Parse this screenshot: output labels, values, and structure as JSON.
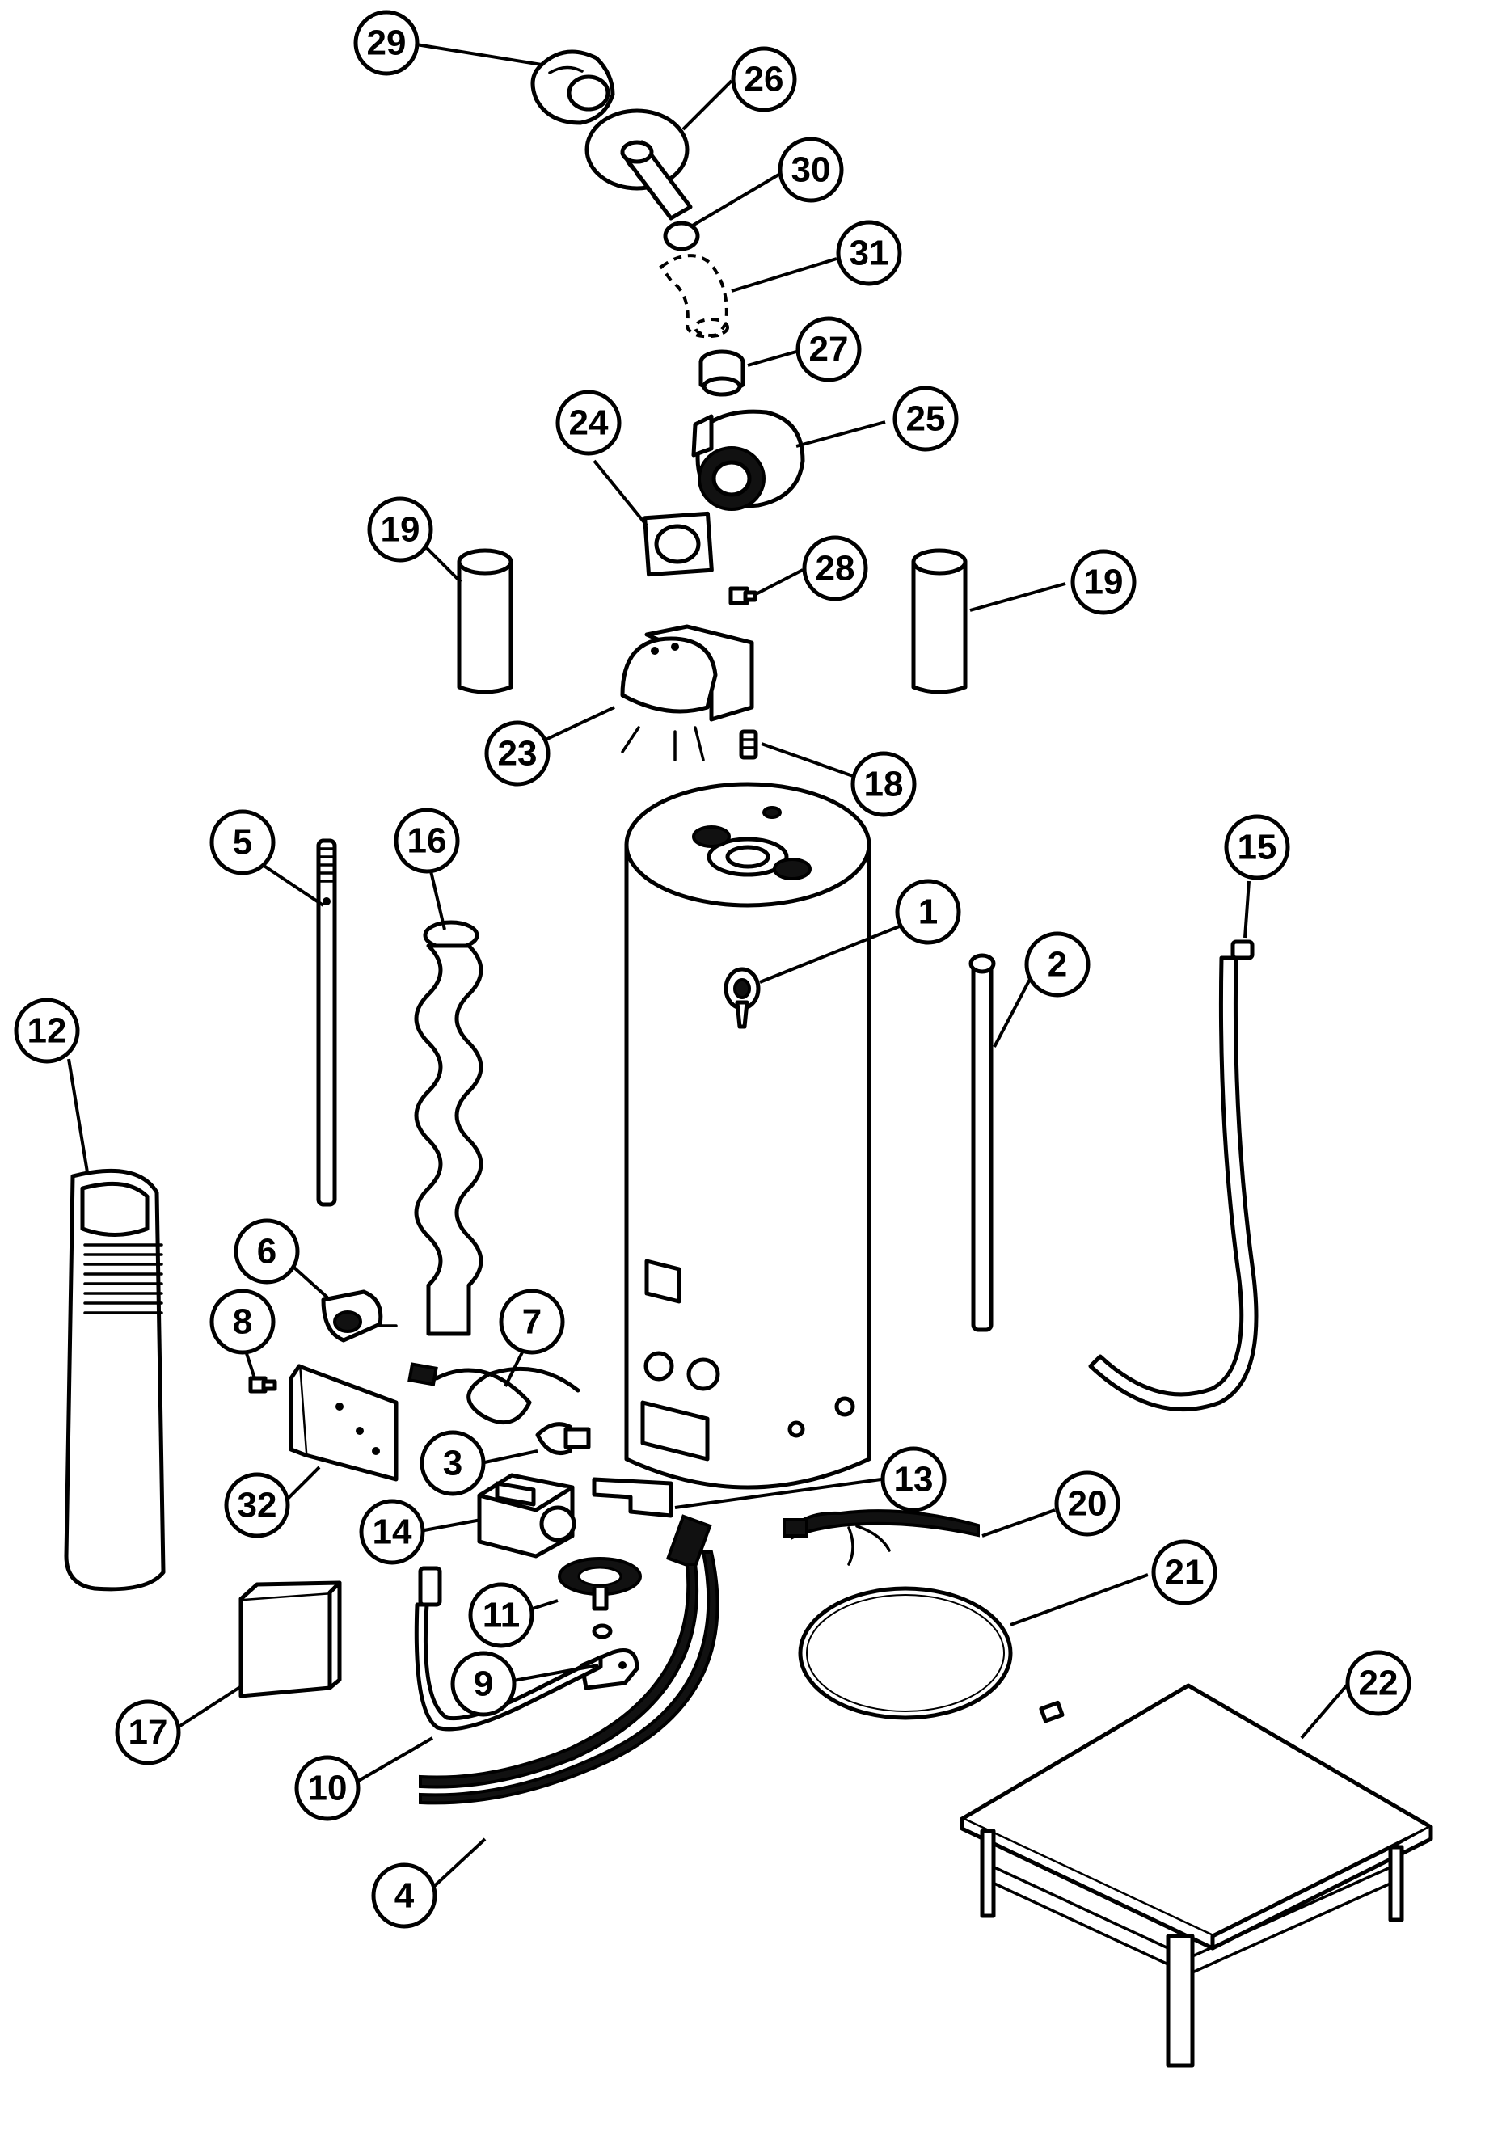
{
  "callouts": [
    {
      "id": "callout-29",
      "label": "29"
    },
    {
      "id": "callout-26",
      "label": "26"
    },
    {
      "id": "callout-30",
      "label": "30"
    },
    {
      "id": "callout-31",
      "label": "31"
    },
    {
      "id": "callout-27",
      "label": "27"
    },
    {
      "id": "callout-25",
      "label": "25"
    },
    {
      "id": "callout-24",
      "label": "24"
    },
    {
      "id": "callout-19a",
      "label": "19"
    },
    {
      "id": "callout-19b",
      "label": "19"
    },
    {
      "id": "callout-28",
      "label": "28"
    },
    {
      "id": "callout-23",
      "label": "23"
    },
    {
      "id": "callout-18",
      "label": "18"
    },
    {
      "id": "callout-5",
      "label": "5"
    },
    {
      "id": "callout-16",
      "label": "16"
    },
    {
      "id": "callout-15",
      "label": "15"
    },
    {
      "id": "callout-1",
      "label": "1"
    },
    {
      "id": "callout-2",
      "label": "2"
    },
    {
      "id": "callout-12",
      "label": "12"
    },
    {
      "id": "callout-6",
      "label": "6"
    },
    {
      "id": "callout-8",
      "label": "8"
    },
    {
      "id": "callout-7",
      "label": "7"
    },
    {
      "id": "callout-3",
      "label": "3"
    },
    {
      "id": "callout-32",
      "label": "32"
    },
    {
      "id": "callout-14",
      "label": "14"
    },
    {
      "id": "callout-13",
      "label": "13"
    },
    {
      "id": "callout-20",
      "label": "20"
    },
    {
      "id": "callout-21",
      "label": "21"
    },
    {
      "id": "callout-11",
      "label": "11"
    },
    {
      "id": "callout-9",
      "label": "9"
    },
    {
      "id": "callout-17",
      "label": "17"
    },
    {
      "id": "callout-10",
      "label": "10"
    },
    {
      "id": "callout-22",
      "label": "22"
    },
    {
      "id": "callout-4",
      "label": "4"
    }
  ]
}
